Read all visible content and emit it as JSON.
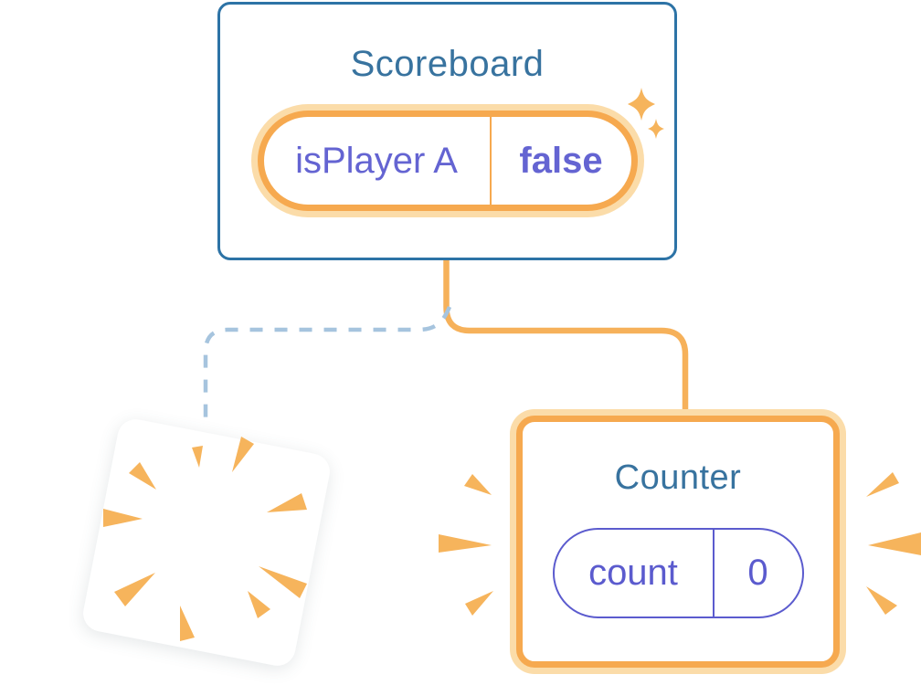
{
  "scoreboard": {
    "title": "Scoreboard",
    "state": {
      "key": "isPlayer A",
      "value": "false"
    }
  },
  "counter": {
    "title": "Counter",
    "state": {
      "key": "count",
      "value": "0"
    }
  },
  "colors": {
    "card_border_blue": "#2D73A6",
    "title_blue": "#38739F",
    "accent_orange": "#F6A94F",
    "orange_glow": "#FBDCA9",
    "line_orange": "#F6B15A",
    "spark_orange": "#F6B45C",
    "state_purple": "#6464D2",
    "pill_purple": "#5B5BCE",
    "dashed_line_blue": "#A6C4DE"
  }
}
